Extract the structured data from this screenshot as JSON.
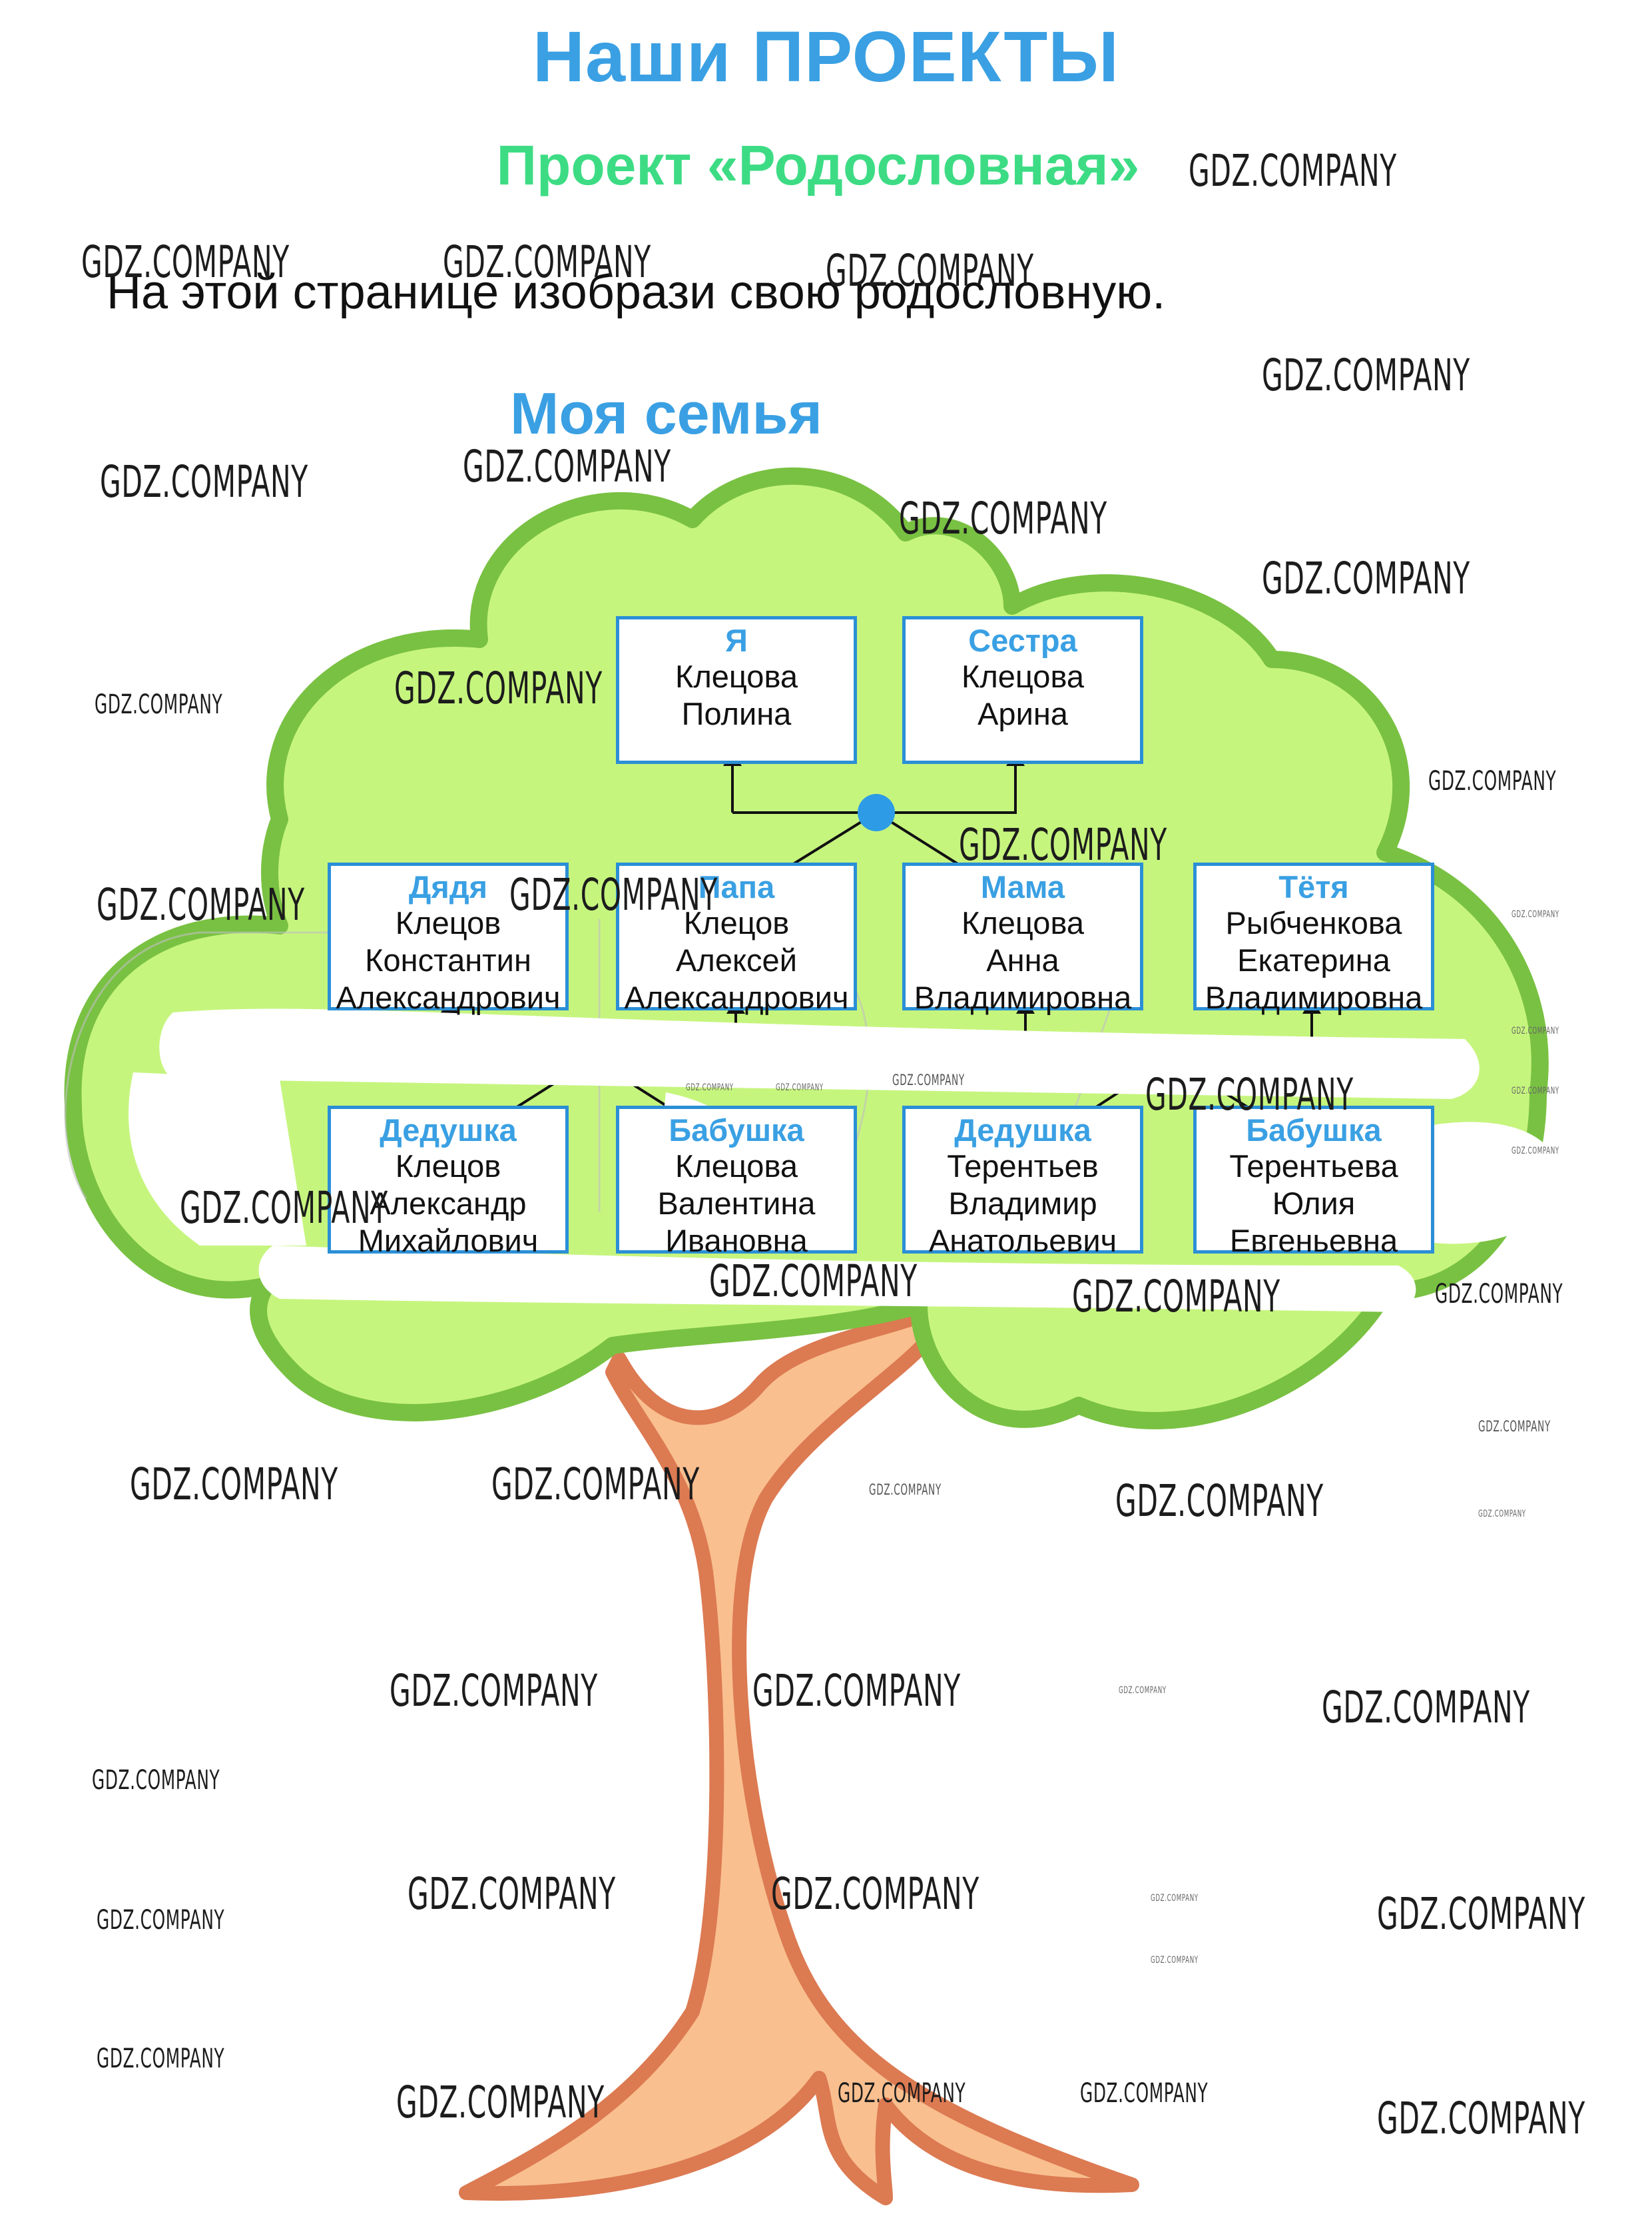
{
  "header": {
    "main_title": "Наши ПРОЕКТЫ",
    "project_title": "Проект «Родословная»",
    "instruction": "На этой странице изобрази свою родословную.",
    "family_title": "Моя семья"
  },
  "watermark_text": "GDZ.COMPANY",
  "colors": {
    "title_blue": "#3aa0e3",
    "project_green": "#3ddc84",
    "crown_fill": "#c6f57e",
    "crown_outline": "#79c142",
    "trunk_fill": "#f9bf8f",
    "trunk_outline": "#dc7a52",
    "box_border": "#2b8fd6",
    "node_dot": "#2d9be6"
  },
  "family": {
    "me": {
      "role": "Я",
      "line1": "Клецова",
      "line2": "Полина",
      "line3": ""
    },
    "sister": {
      "role": "Сестра",
      "line1": "Клецова",
      "line2": "Арина",
      "line3": ""
    },
    "uncle": {
      "role": "Дядя",
      "line1": "Клецов",
      "line2": "Константин",
      "line3": "Александрович"
    },
    "father": {
      "role": "Папа",
      "line1": "Клецов",
      "line2": "Алексей",
      "line3": "Александрович"
    },
    "mother": {
      "role": "Мама",
      "line1": "Клецова",
      "line2": "Анна",
      "line3": "Владимировна"
    },
    "aunt": {
      "role": "Тётя",
      "line1": "Рыбченкова",
      "line2": "Екатерина",
      "line3": "Владимировна"
    },
    "grandpa_p": {
      "role": "Дедушка",
      "line1": "Клецов",
      "line2": "Александр",
      "line3": "Михайлович"
    },
    "grandma_p": {
      "role": "Бабушка",
      "line1": "Клецова",
      "line2": "Валентина",
      "line3": "Ивановна"
    },
    "grandpa_m": {
      "role": "Дедушка",
      "line1": "Терентьев",
      "line2": "Владимир",
      "line3": "Анатольевич"
    },
    "grandma_m": {
      "role": "Бабушка",
      "line1": "Терентьева",
      "line2": "Юлия",
      "line3": "Евгеньевна"
    }
  }
}
